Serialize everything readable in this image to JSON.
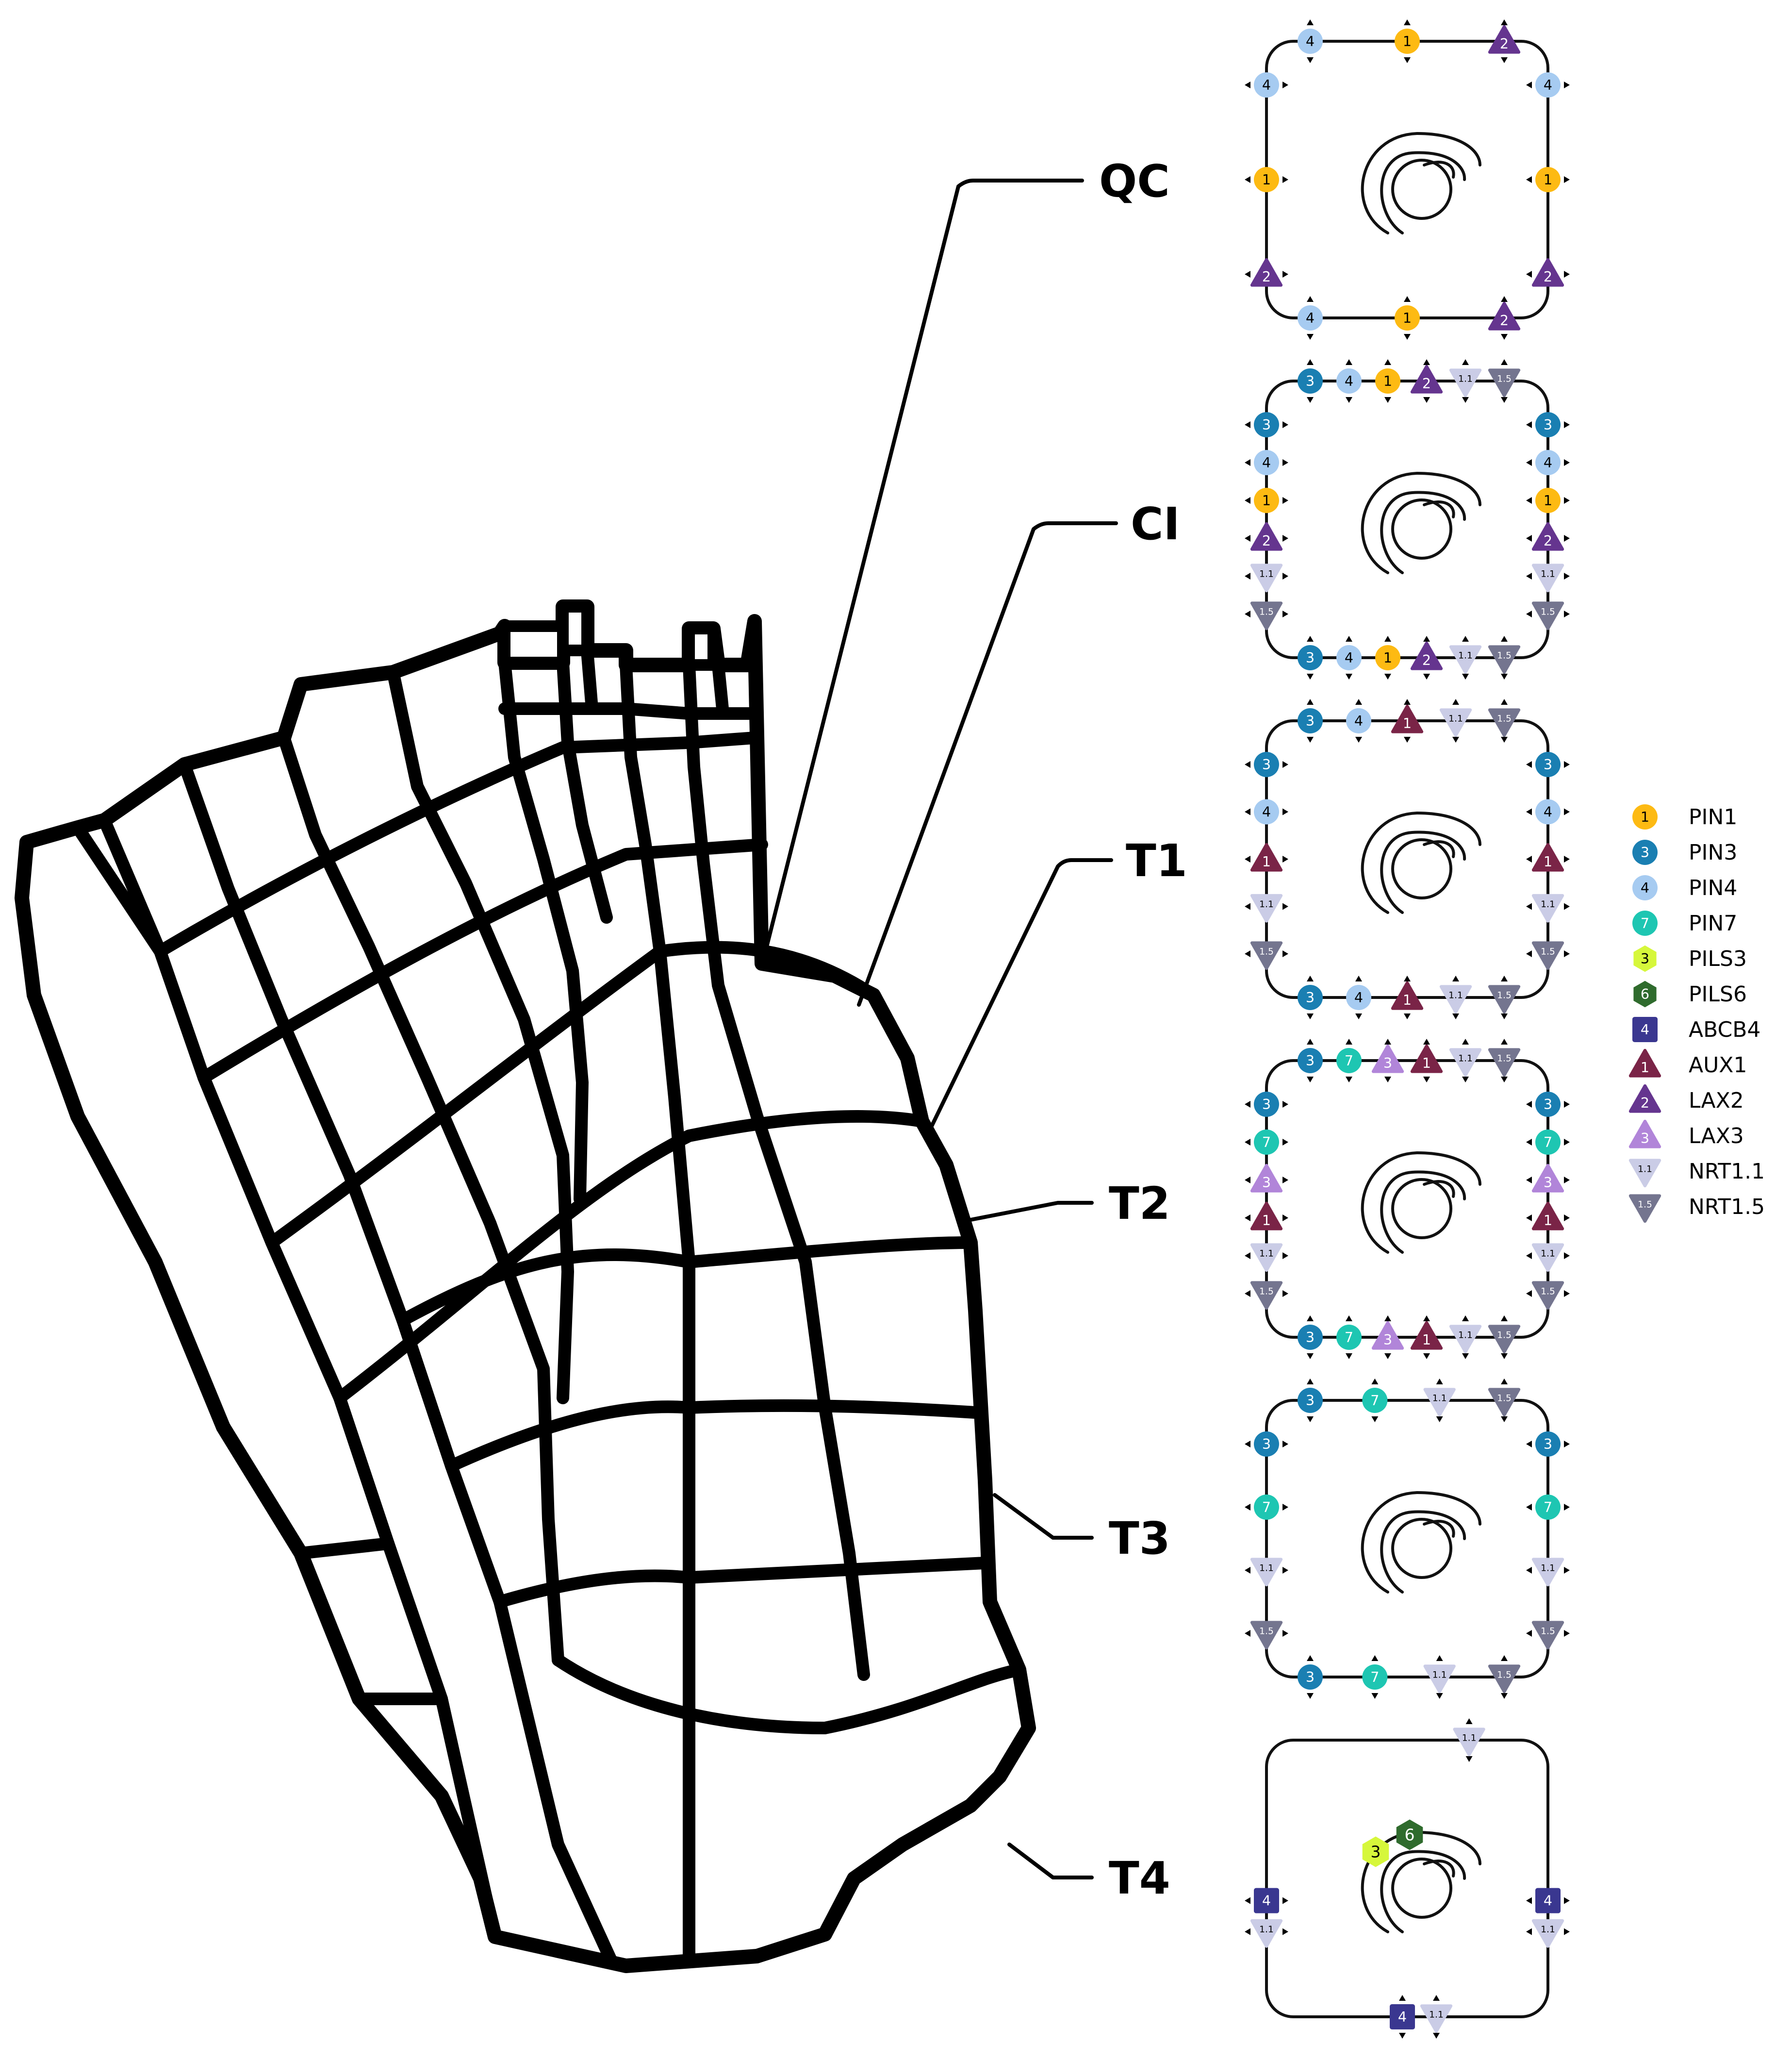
{
  "zones": [
    {
      "id": "qc",
      "label": "QC"
    },
    {
      "id": "ci",
      "label": "CI"
    },
    {
      "id": "t1",
      "label": "T1"
    },
    {
      "id": "t2",
      "label": "T2"
    },
    {
      "id": "t3",
      "label": "T3"
    },
    {
      "id": "t4",
      "label": "T4"
    }
  ],
  "legend": [
    {
      "key": "PIN1",
      "name": "PIN1",
      "symbol": "1",
      "shape": "circle",
      "color": "#FDBA13",
      "text_color": "#000000"
    },
    {
      "key": "PIN3",
      "name": "PIN3",
      "symbol": "3",
      "shape": "circle",
      "color": "#1A7FB2",
      "text_color": "#ffffff"
    },
    {
      "key": "PIN4",
      "name": "PIN4",
      "symbol": "4",
      "shape": "circle",
      "color": "#A6CBF1",
      "text_color": "#000000"
    },
    {
      "key": "PIN7",
      "name": "PIN7",
      "symbol": "7",
      "shape": "circle",
      "color": "#1EC6B2",
      "text_color": "#ffffff"
    },
    {
      "key": "PILS3",
      "name": "PILS3",
      "symbol": "3",
      "shape": "hexagon",
      "color": "#D6F73B",
      "text_color": "#000000"
    },
    {
      "key": "PILS6",
      "name": "PILS6",
      "symbol": "6",
      "shape": "hexagon",
      "color": "#2F6B2D",
      "text_color": "#ffffff"
    },
    {
      "key": "ABCB4",
      "name": "ABCB4",
      "symbol": "4",
      "shape": "square",
      "color": "#3A3790",
      "text_color": "#ffffff"
    },
    {
      "key": "AUX1",
      "name": "AUX1",
      "symbol": "1",
      "shape": "triangle",
      "color": "#7A2447",
      "text_color": "#ffffff"
    },
    {
      "key": "LAX2",
      "name": "LAX2",
      "symbol": "2",
      "shape": "triangle",
      "color": "#65358F",
      "text_color": "#ffffff"
    },
    {
      "key": "LAX3",
      "name": "LAX3",
      "symbol": "3",
      "shape": "triangle",
      "color": "#B185D9",
      "text_color": "#ffffff"
    },
    {
      "key": "NRT1.1",
      "name": "NRT1.1",
      "symbol": "1.1",
      "shape": "triangle-down",
      "color": "#CACCE6",
      "text_color": "#000000"
    },
    {
      "key": "NRT1.5",
      "name": "NRT1.5",
      "symbol": "1.5",
      "shape": "triangle-down",
      "color": "#74758F",
      "text_color": "#ffffff"
    }
  ],
  "cells": [
    {
      "zone": "QC",
      "top": [
        "PIN4",
        "PIN1",
        "LAX2"
      ],
      "bottom": [
        "PIN4",
        "PIN1",
        "LAX2"
      ],
      "left": [
        "PIN4",
        "PIN1",
        "LAX2"
      ],
      "right": [
        "PIN4",
        "PIN1",
        "LAX2"
      ]
    },
    {
      "zone": "CI",
      "top": [
        "PIN3",
        "PIN4",
        "PIN1",
        "LAX2",
        "NRT1.1",
        "NRT1.5"
      ],
      "bottom": [
        "PIN3",
        "PIN4",
        "PIN1",
        "LAX2",
        "NRT1.1",
        "NRT1.5"
      ],
      "left": [
        "PIN3",
        "PIN4",
        "PIN1",
        "LAX2",
        "NRT1.1",
        "NRT1.5"
      ],
      "right": [
        "PIN3",
        "PIN4",
        "PIN1",
        "LAX2",
        "NRT1.1",
        "NRT1.5"
      ]
    },
    {
      "zone": "T1",
      "top": [
        "PIN3",
        "PIN4",
        "AUX1",
        "NRT1.1",
        "NRT1.5"
      ],
      "bottom": [
        "PIN3",
        "PIN4",
        "AUX1",
        "NRT1.1",
        "NRT1.5"
      ],
      "left": [
        "PIN3",
        "PIN4",
        "AUX1",
        "NRT1.1",
        "NRT1.5"
      ],
      "right": [
        "PIN3",
        "PIN4",
        "AUX1",
        "NRT1.1",
        "NRT1.5"
      ]
    },
    {
      "zone": "T2",
      "top": [
        "PIN3",
        "PIN7",
        "LAX3",
        "AUX1",
        "NRT1.1",
        "NRT1.5"
      ],
      "bottom": [
        "PIN3",
        "PIN7",
        "LAX3",
        "AUX1",
        "NRT1.1",
        "NRT1.5"
      ],
      "left": [
        "PIN3",
        "PIN7",
        "LAX3",
        "AUX1",
        "NRT1.1",
        "NRT1.5"
      ],
      "right": [
        "PIN3",
        "PIN7",
        "LAX3",
        "AUX1",
        "NRT1.1",
        "NRT1.5"
      ]
    },
    {
      "zone": "T3",
      "top": [
        "PIN3",
        "PIN7",
        "NRT1.1",
        "NRT1.5"
      ],
      "bottom": [
        "PIN3",
        "PIN7",
        "NRT1.1",
        "NRT1.5"
      ],
      "left": [
        "PIN3",
        "PIN7",
        "NRT1.1",
        "NRT1.5"
      ],
      "right": [
        "PIN3",
        "PIN7",
        "NRT1.1",
        "NRT1.5"
      ]
    },
    {
      "zone": "T4",
      "top": [
        "NRT1.1"
      ],
      "bottom": [
        "ABCB4",
        "NRT1.1"
      ],
      "left": [
        "ABCB4",
        "NRT1.1"
      ],
      "right": [
        "ABCB4",
        "NRT1.1"
      ],
      "internal": [
        "PILS3",
        "PILS6"
      ]
    }
  ]
}
